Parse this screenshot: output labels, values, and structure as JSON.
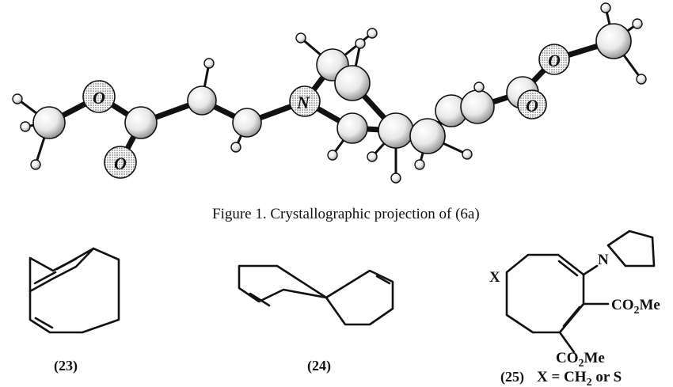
{
  "figure": {
    "caption": "Figure 1.  Crystallographic projection of (6a)",
    "atom_labels": {
      "oxygen": "O",
      "nitrogen": "N"
    }
  },
  "compounds": [
    {
      "id": "23",
      "label": "(23)"
    },
    {
      "id": "24",
      "label": "(24)"
    },
    {
      "id": "25",
      "label": "(25)",
      "ring_atom_label": "X",
      "substituent_amine": "N",
      "substituent_ester_1": "CO",
      "substituent_ester_1_sub": "2",
      "substituent_ester_1_tail": "Me",
      "substituent_ester_2": "CO",
      "substituent_ester_2_sub": "2",
      "substituent_ester_2_tail": "Me",
      "x_definition_pre": "X = CH",
      "x_definition_sub": "2",
      "x_definition_post": " or S"
    }
  ]
}
